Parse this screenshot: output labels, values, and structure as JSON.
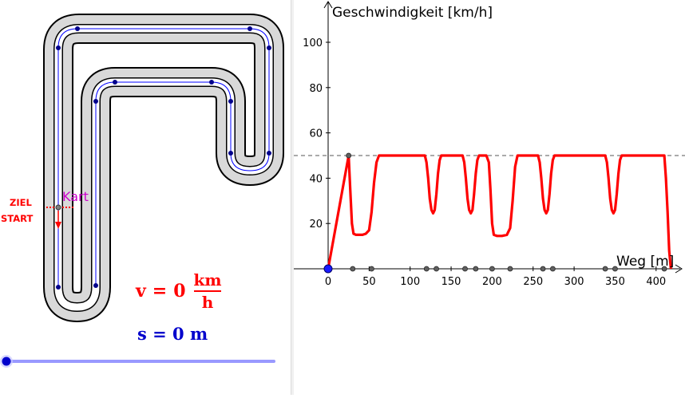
{
  "track": {
    "finish_label": "ZIEL",
    "start_label": "START",
    "kart_label": "Kart",
    "colors": {
      "border": "#000000",
      "surface": "#d9d9d9",
      "centerline": "#0000ff",
      "finish_line": "#ff0000",
      "kart_label": "#cc00cc"
    }
  },
  "readout": {
    "velocity_symbol": "v",
    "equals": "=",
    "velocity_value": "0",
    "unit_numerator": "km",
    "unit_denominator": "h",
    "distance_text": "s = 0 m"
  },
  "slider": {
    "value": 0,
    "color": "#9999ff",
    "handle_color": "#0000cc"
  },
  "chart_data": {
    "type": "line",
    "ylabel": "Geschwindigkeit [km/h]",
    "xlabel": "Weg [m]",
    "xlim": [
      -20,
      425
    ],
    "ylim": [
      0,
      115
    ],
    "x_ticks": [
      0,
      50,
      100,
      150,
      200,
      250,
      300,
      350,
      400
    ],
    "y_ticks": [
      20,
      40,
      60,
      80,
      100
    ],
    "reference_line_y": 50,
    "series": [
      {
        "color": "#ff0000",
        "points": [
          [
            0,
            0
          ],
          [
            25,
            50
          ],
          [
            27,
            35
          ],
          [
            29,
            20
          ],
          [
            31,
            15.5
          ],
          [
            34,
            15
          ],
          [
            38,
            15
          ],
          [
            42,
            15
          ],
          [
            46,
            15.5
          ],
          [
            50,
            17
          ],
          [
            53,
            25
          ],
          [
            56,
            38
          ],
          [
            59,
            47
          ],
          [
            62,
            50
          ],
          [
            118,
            50
          ],
          [
            120,
            47
          ],
          [
            122,
            40
          ],
          [
            124,
            31
          ],
          [
            126,
            26
          ],
          [
            128,
            24.5
          ],
          [
            130,
            26
          ],
          [
            132,
            33
          ],
          [
            134,
            42
          ],
          [
            136,
            48
          ],
          [
            138,
            50
          ],
          [
            164,
            50
          ],
          [
            166,
            47
          ],
          [
            168,
            40
          ],
          [
            170,
            31
          ],
          [
            172,
            26
          ],
          [
            174,
            24.5
          ],
          [
            176,
            26
          ],
          [
            178,
            33
          ],
          [
            180,
            42
          ],
          [
            182,
            48
          ],
          [
            184,
            50
          ],
          [
            193,
            50
          ],
          [
            196,
            47
          ],
          [
            198,
            35
          ],
          [
            200,
            20
          ],
          [
            202,
            15
          ],
          [
            206,
            14.5
          ],
          [
            212,
            14.5
          ],
          [
            218,
            15
          ],
          [
            222,
            18
          ],
          [
            225,
            30
          ],
          [
            228,
            45
          ],
          [
            231,
            50
          ],
          [
            256,
            50
          ],
          [
            258,
            47
          ],
          [
            260,
            40
          ],
          [
            262,
            31
          ],
          [
            264,
            26
          ],
          [
            266,
            24.5
          ],
          [
            268,
            26
          ],
          [
            270,
            33
          ],
          [
            272,
            42
          ],
          [
            274,
            48
          ],
          [
            276,
            50
          ],
          [
            338,
            50
          ],
          [
            340,
            47
          ],
          [
            342,
            40
          ],
          [
            344,
            31
          ],
          [
            346,
            26
          ],
          [
            348,
            24.5
          ],
          [
            350,
            26
          ],
          [
            352,
            33
          ],
          [
            354,
            42
          ],
          [
            356,
            48
          ],
          [
            358,
            50
          ],
          [
            410,
            50
          ],
          [
            412,
            40
          ],
          [
            414,
            25
          ],
          [
            416,
            8
          ],
          [
            418,
            0
          ]
        ]
      }
    ],
    "gray_points_x": [
      25,
      0,
      30,
      53,
      120,
      132,
      167,
      180,
      200,
      222,
      262,
      274,
      338,
      350,
      410
    ],
    "origin_point_color": "#1a1aff"
  }
}
